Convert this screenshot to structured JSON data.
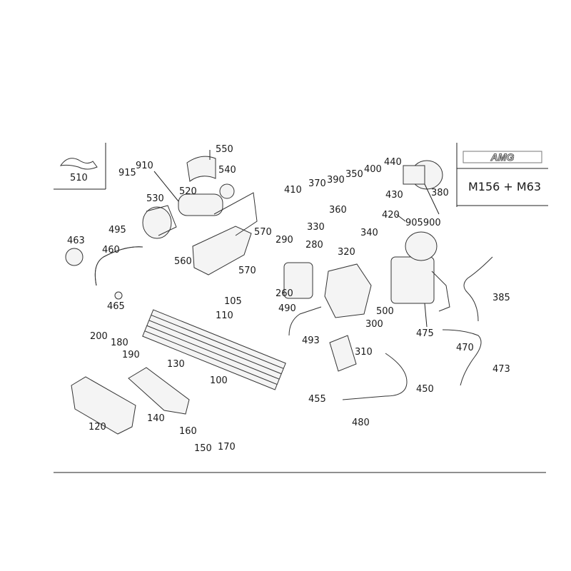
{
  "header": {
    "brand_logo": "AMG",
    "model": "M156 + M63"
  },
  "labels": [
    "510",
    "915",
    "910",
    "550",
    "540",
    "520",
    "530",
    "495",
    "463",
    "460",
    "570",
    "570",
    "560",
    "290",
    "280",
    "465",
    "105",
    "110",
    "260",
    "490",
    "493",
    "500",
    "300",
    "310",
    "410",
    "370",
    "390",
    "350",
    "400",
    "440",
    "430",
    "380",
    "360",
    "420",
    "330",
    "340",
    "320",
    "905900",
    "385",
    "475",
    "470",
    "473",
    "450",
    "455",
    "480",
    "200",
    "180",
    "190",
    "130",
    "100",
    "140",
    "120",
    "160",
    "150",
    "170"
  ]
}
